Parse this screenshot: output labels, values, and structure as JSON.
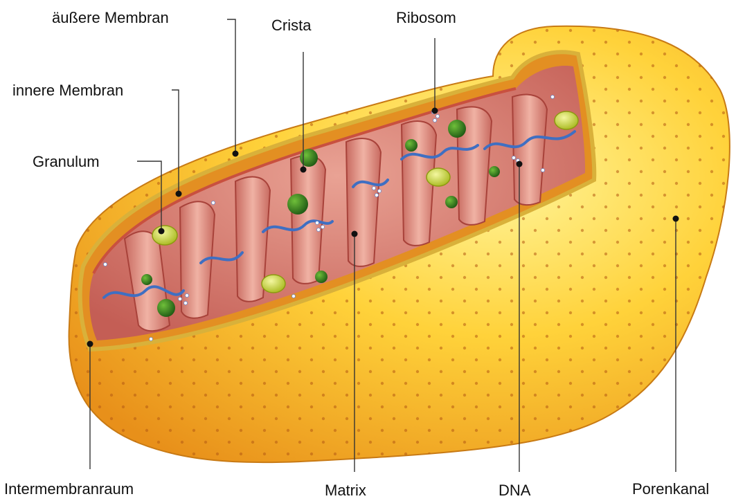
{
  "labels": {
    "outer_membrane": "äußere Membran",
    "crista": "Crista",
    "ribosome": "Ribosom",
    "inner_membrane": "innere Membran",
    "granule": "Granulum",
    "intermembrane_space": "Intermembranraum",
    "matrix": "Matrix",
    "dna": "DNA",
    "pore_channel": "Porenkanal"
  },
  "colors": {
    "outer_shell": "#f5b21c",
    "outer_highlight": "#ffe680",
    "intermembrane": "#e8901e",
    "matrix": "#d9847a",
    "cristae": "#e8a090",
    "crista_edge": "#b8443c",
    "dna": "#3f6fc2",
    "granule": "#c9d631",
    "ribosome_dark": "#2f7a22"
  }
}
